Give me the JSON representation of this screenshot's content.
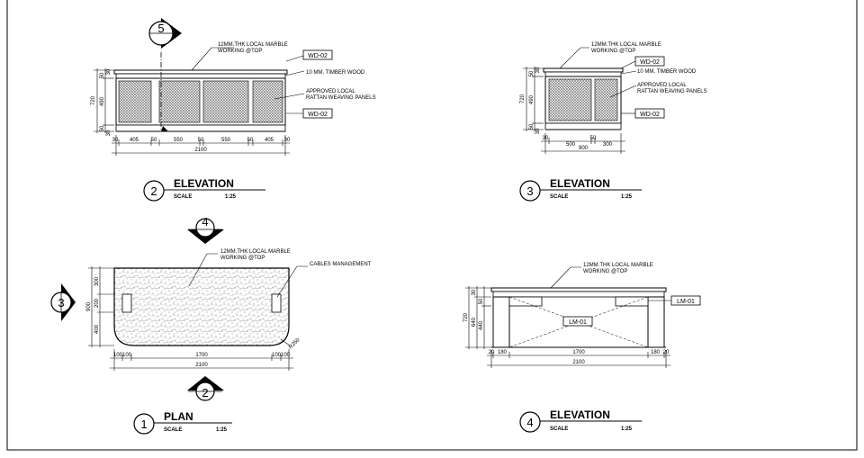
{
  "sheet": {
    "views": [
      {
        "id": "v2",
        "number": "2",
        "title": "ELEVATION",
        "scale_label": "SCALE",
        "scale_value": "1:25"
      },
      {
        "id": "v3",
        "number": "3",
        "title": "ELEVATION",
        "scale_label": "SCALE",
        "scale_value": "1:25"
      },
      {
        "id": "v1",
        "number": "1",
        "title": "PLAN",
        "scale_label": "SCALE",
        "scale_value": "1:25"
      },
      {
        "id": "v4",
        "number": "4",
        "title": "ELEVATION",
        "scale_label": "SCALE",
        "scale_value": "1:25"
      }
    ],
    "notes": {
      "marble_line1": "12MM.THK LOCAL MARBLE",
      "marble_line2": "WORKING @TOP",
      "timber": "10 MM. TIMBER WOOD",
      "rattan_line1": "APPROVED LOCAL",
      "rattan_line2": "RATTAN WEAVING PANELS",
      "cables": "CABLES MANAGEMENT",
      "radius": "R250"
    },
    "tags": {
      "wd": "WD-02",
      "lm": "LM-01"
    },
    "section_markers": {
      "a": "5",
      "b": "4",
      "c": "3",
      "d": "2"
    },
    "dims_v2": {
      "seg": [
        "30",
        "405",
        "50",
        "550",
        "50",
        "550",
        "50",
        "405",
        "30"
      ],
      "total": "2100",
      "vert": [
        "720",
        "490",
        "50",
        "50",
        "30",
        "30"
      ]
    },
    "dims_v3": {
      "seg": [
        "30",
        "500",
        "50",
        "300"
      ],
      "total": "900",
      "vert": [
        "720",
        "490",
        "50",
        "50",
        "30",
        "30"
      ]
    },
    "dims_v1": {
      "seg": [
        "100",
        "100",
        "1700",
        "100",
        "100"
      ],
      "total": "2100",
      "vert": [
        "900",
        "300",
        "200",
        "400"
      ]
    },
    "dims_v4": {
      "seg": [
        "20",
        "180",
        "1700",
        "180",
        "20"
      ],
      "total": "2100",
      "vert": [
        "720",
        "640",
        "440",
        "50",
        "30"
      ]
    }
  }
}
